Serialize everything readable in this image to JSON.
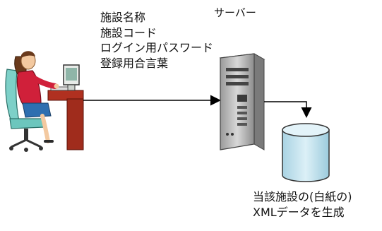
{
  "diagram": {
    "input_fields": [
      "施設名称",
      "施設コード",
      "ログイン用パスワード",
      "登録用合言葉"
    ],
    "server_label": "サーバー",
    "output_label": [
      "当該施設の(白紙の)",
      "XMLデータを生成"
    ],
    "icons": {
      "user": "person-at-computer-icon",
      "server": "tower-server-icon",
      "database": "database-cylinder-icon"
    }
  }
}
